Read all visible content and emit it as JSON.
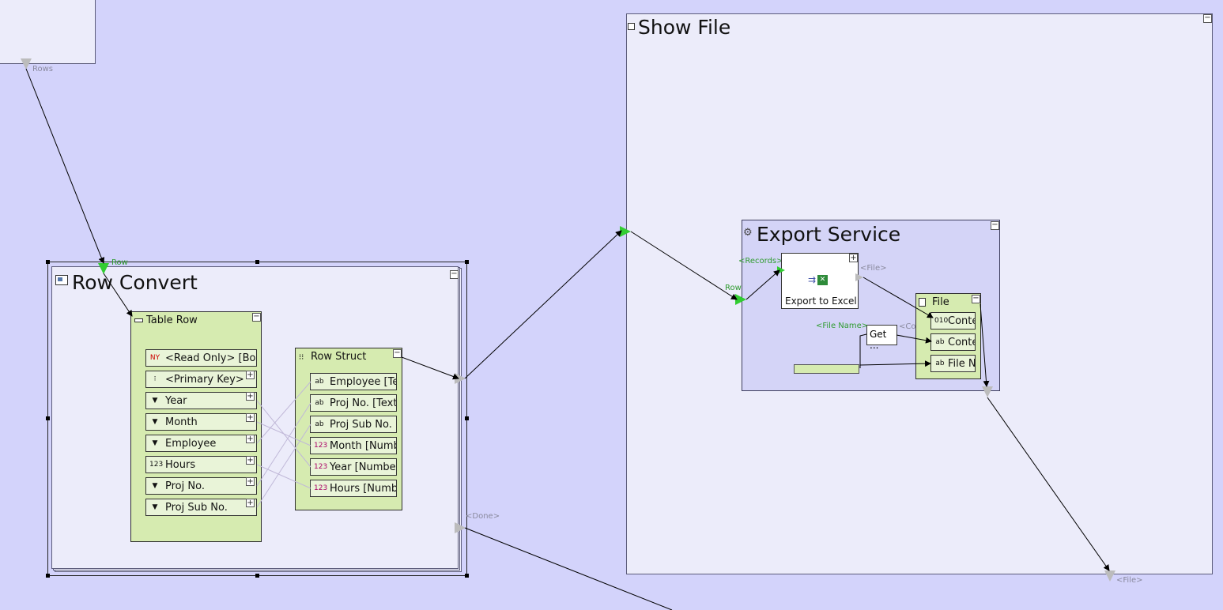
{
  "topleft": {
    "port_label": "Rows"
  },
  "row_convert": {
    "title": "Row Convert",
    "input_label": "Row",
    "done_label": "<Done>",
    "table_row": {
      "title": "Table Row",
      "fields": [
        {
          "icon": "NY",
          "label": "<Read Only> [Boolean]",
          "has_plus": false
        },
        {
          "icon": "⁝",
          "label": "<Primary Key>",
          "has_plus": true
        },
        {
          "icon": "▼",
          "label": "Year",
          "has_plus": true
        },
        {
          "icon": "▼",
          "label": "Month",
          "has_plus": true
        },
        {
          "icon": "▼",
          "label": "Employee",
          "has_plus": true
        },
        {
          "icon": "123",
          "label": "Hours",
          "has_plus": true
        },
        {
          "icon": "▼",
          "label": "Proj No.",
          "has_plus": true
        },
        {
          "icon": "▼",
          "label": "Proj Sub No.",
          "has_plus": true
        }
      ]
    },
    "row_struct": {
      "title": "Row Struct",
      "fields": [
        {
          "icon": "ab",
          "label": "Employee [Text]"
        },
        {
          "icon": "ab",
          "label": "Proj No. [Text]"
        },
        {
          "icon": "ab",
          "label": "Proj Sub No. [Text]"
        },
        {
          "icon": "123",
          "label": "Month [Number]"
        },
        {
          "icon": "123",
          "label": "Year [Number]"
        },
        {
          "icon": "123",
          "label": "Hours [Number]"
        }
      ]
    }
  },
  "show_file": {
    "title": "Show File",
    "output_label": "<File>",
    "export_service": {
      "title": "Export Service",
      "records_label": "<Records>",
      "row_label": "Row",
      "file_label": "<File>",
      "file_name_label": "<File Name>",
      "content_type_label": "<Content Type>",
      "export_to_excel": "Export to Excel",
      "get_node": "Get ...",
      "file_struct": {
        "title": "File",
        "fields": [
          {
            "icon": "010",
            "label": "Content"
          },
          {
            "icon": "ab",
            "label": "Content Type"
          },
          {
            "icon": "ab",
            "label": "File Name"
          }
        ]
      }
    }
  },
  "colors": {
    "canvas": "#d3d3fb",
    "container": "#ececfa",
    "service": "#d4d4f7",
    "struct": "#d6ebb0",
    "port_green": "#32cd32",
    "port_gray": "#bcbcbc"
  }
}
